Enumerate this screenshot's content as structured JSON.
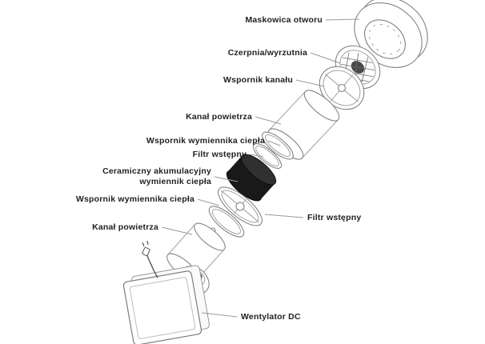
{
  "colors": {
    "background": "#ffffff",
    "line_work": "#848484",
    "leader_line": "#9a9a9a",
    "label_text": "#1f1f1f",
    "ceramic_core_dark": "#1c1c1c"
  },
  "diagram": {
    "labels": {
      "maskowica": "Maskowica otworu",
      "czerpnia": "Czerpnia/wyrzutnia",
      "wspornik_kanalu": "Wspornik kanału",
      "kanal_powietrza_gorny": "Kanał powietrza",
      "wspornik_wymiennika_gorny": "Wspornik wymiennika ciepła",
      "filtr_wstepny_gorny": "Filtr wstępny",
      "ceramiczny_line1": "Ceramiczny akumulacyjny",
      "ceramiczny_line2": "wymiennik ciepła",
      "wspornik_wymiennika_dolny": "Wspornik wymiennika ciepła",
      "kanal_powietrza_dolny": "Kanał powietrza",
      "filtr_wstepny_dolny": "Filtr wstępny",
      "wentylator": "Wentylator DC"
    }
  }
}
